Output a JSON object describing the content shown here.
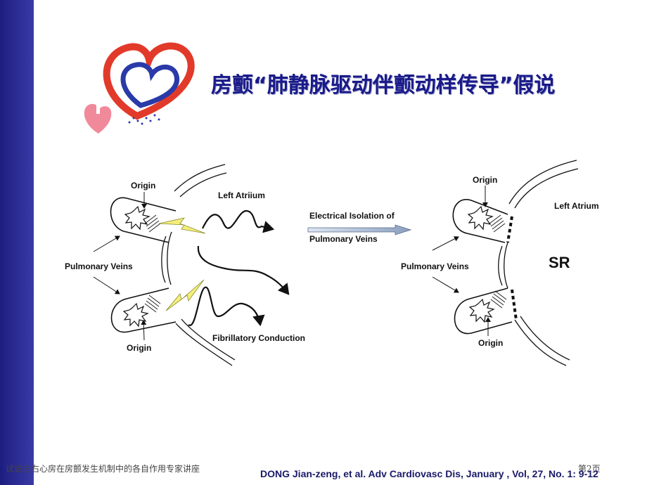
{
  "slide": {
    "title": "房颤“肺静脉驱动伴颤动样传导”假说",
    "footer_left": "试论左右心房在房颤发生机制中的各自作用专家讲座",
    "footer_page": "第2页",
    "citation": "DONG Jian-zeng, et al. Adv Cardiovasc Dis, January , Vol, 27, No. 1: 9-12",
    "accent_color": "#1a1a8a"
  },
  "diagram_left": {
    "origin_top": "Origin",
    "origin_bottom": "Origin",
    "left_atrium": "Left Atriium",
    "pulmonary_veins": "Pulmonary Veins",
    "fibrillatory": "Fibrillatory Conduction"
  },
  "diagram_arrow": {
    "line1": "Electrical Isolation of",
    "line2": "Pulmonary Veins"
  },
  "diagram_right": {
    "origin_top": "Origin",
    "origin_bottom": "Origin",
    "left_atrium": "Left Atrium",
    "pulmonary_veins": "Pulmonary Veins",
    "rhythm": "SR"
  }
}
